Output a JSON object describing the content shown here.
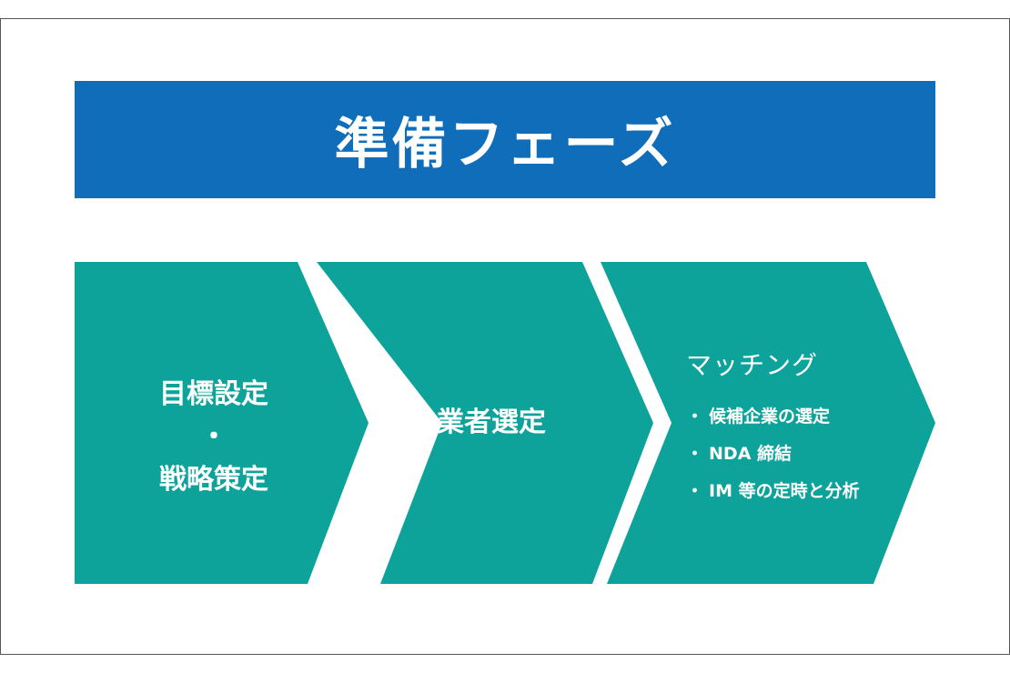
{
  "header": {
    "title": "準備フェーズ"
  },
  "steps": [
    {
      "lines": [
        "目標設定",
        "・",
        "戦略策定"
      ]
    },
    {
      "label": "業者選定"
    },
    {
      "title": "マッチング",
      "bullet": "・",
      "items": [
        "候補企業の選定",
        "NDA 締結",
        "IM 等の定時と分析"
      ]
    }
  ],
  "colors": {
    "banner": "#106dba",
    "chevron": "#0ea39a",
    "text": "#ffffff",
    "border": "#555555"
  }
}
